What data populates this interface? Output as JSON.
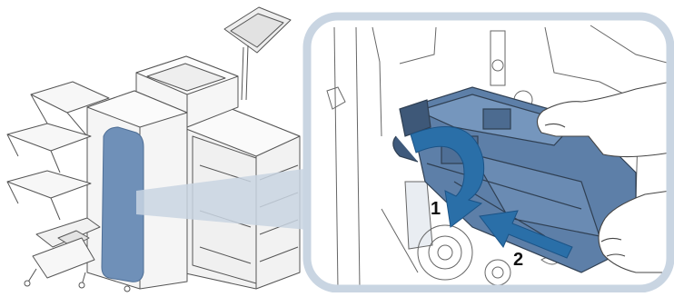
{
  "figure": {
    "subject": "printer-with-finisher-staple-cartridge-replacement",
    "steps": [
      {
        "number": "1",
        "action": "rotate-unit-down"
      },
      {
        "number": "2",
        "action": "push-unit-in"
      }
    ],
    "colors": {
      "highlight_blue": "#6f90b8",
      "callout_frame": "#c9d5e2",
      "arrow_blue": "#2a6fa8",
      "line_art": "#555555",
      "machine_fill": "#f4f4f4"
    },
    "icons": [
      "curved-arrow-icon",
      "straight-arrow-icon",
      "hand-icon"
    ]
  }
}
